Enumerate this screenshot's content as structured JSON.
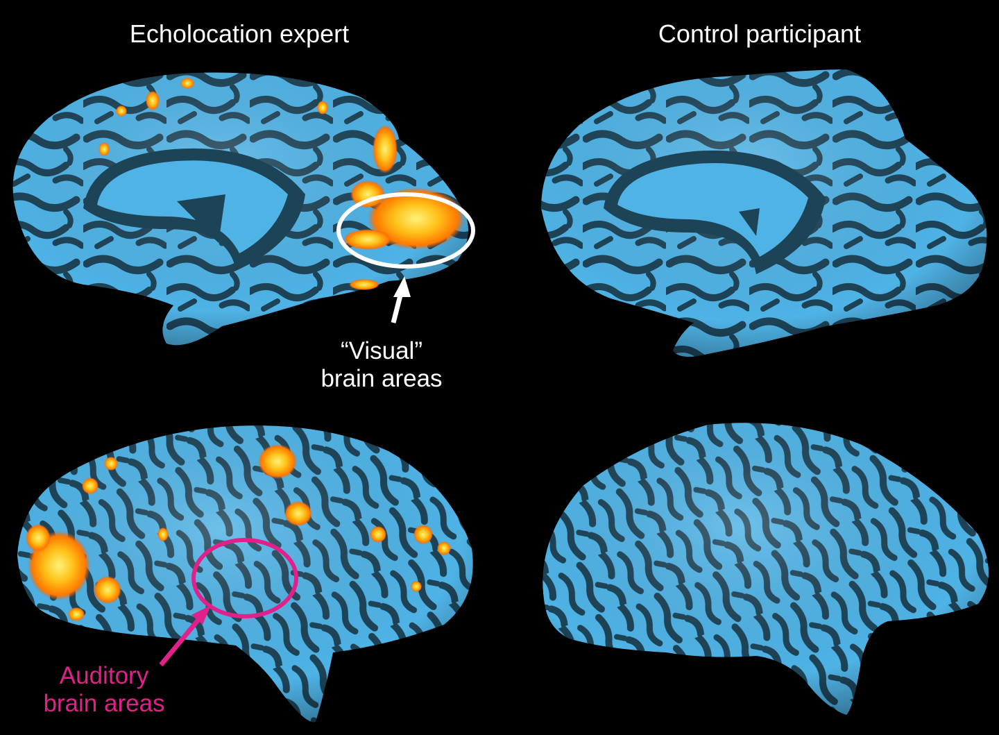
{
  "figure": {
    "titles": {
      "left": "Echolocation expert",
      "right": "Control participant"
    },
    "annotations": {
      "visual": {
        "line1": "“Visual”",
        "line2": "brain areas",
        "color": "#ffffff"
      },
      "auditory": {
        "line1": "Auditory",
        "line2": "brain areas",
        "color": "#e0218a"
      }
    },
    "colors": {
      "background": "#000000",
      "gyri": "#4fb3e6",
      "sulci": "#1d4357",
      "activation_core": "#ffd21a",
      "activation_edge": "#ff6a00",
      "auditory_marker": "#e0218a",
      "visual_marker": "#ffffff"
    },
    "panels": [
      {
        "name": "expert-medial",
        "view": "medial",
        "activation": true
      },
      {
        "name": "control-medial",
        "view": "medial",
        "activation": false
      },
      {
        "name": "expert-lateral",
        "view": "lateral",
        "activation": true
      },
      {
        "name": "control-lateral",
        "view": "lateral",
        "activation": false
      }
    ]
  }
}
